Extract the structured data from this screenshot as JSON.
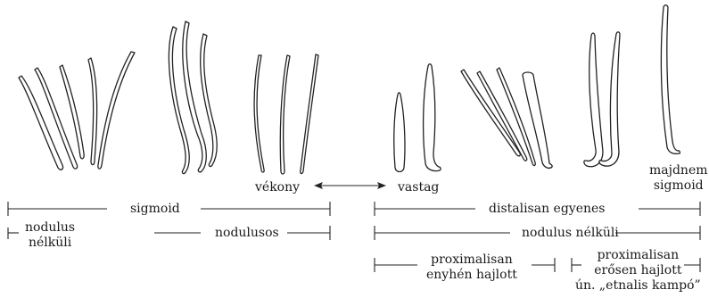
{
  "labels": {
    "vekony": "vékony",
    "vastag": "vastag",
    "majdnem_sigmoid_line1": "majdnem",
    "majdnem_sigmoid_line2": "sigmoid",
    "sigmoid": "sigmoid",
    "nodulus_nelkuli_left_line1": "nodulus",
    "nodulus_nelkuli_left_line2": "nélküli",
    "nodulusos": "nodulusos",
    "distalisan_egyenes": "distalisan egyenes",
    "nodulus_nelkuli_right": "nodulus nélküli",
    "proximalisan_enyhen_line1": "proximalisan",
    "proximalisan_enyhen_line2": "enyhén hajlott",
    "proximalisan_erosen_line1": "proximalisan",
    "proximalisan_erosen_line2": "erősen hajlott",
    "proximalisan_erosen_line3": "ún. „etnalis kampó”"
  },
  "colors": {
    "ink": "#222222",
    "background": "#ffffff"
  }
}
